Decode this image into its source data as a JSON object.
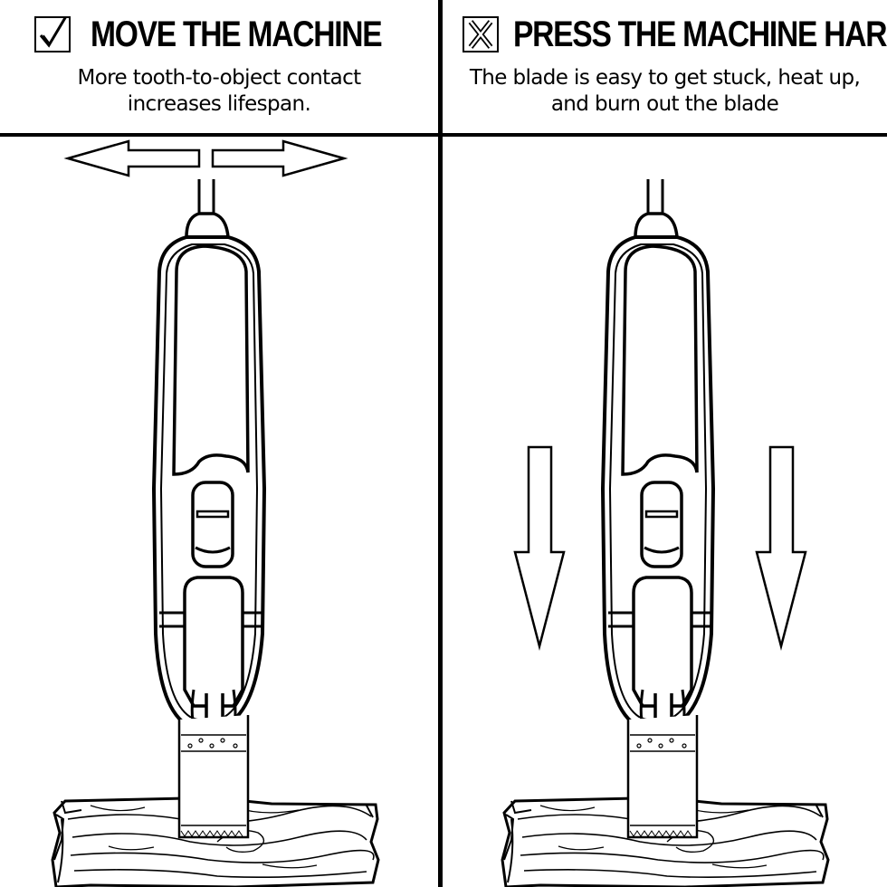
{
  "panels": {
    "left": {
      "icon": "check-mark-icon",
      "title": "MOVE THE MACHINE",
      "subtitle_line1": "More tooth-to-object contact",
      "subtitle_line2": "increases lifespan."
    },
    "right": {
      "icon": "x-mark-icon",
      "title": "PRESS THE MACHINE HARD",
      "subtitle_line1": "The blade is easy to get stuck, heat up,",
      "subtitle_line2": "and burn out the blade"
    }
  },
  "colors": {
    "ink": "#000000",
    "paper": "#ffffff"
  }
}
